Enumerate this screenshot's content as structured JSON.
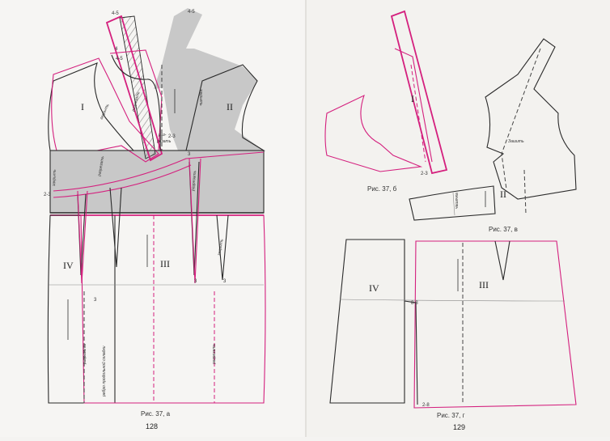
{
  "left_page": {
    "figure_caption": "Рис. 37, а",
    "page_number": "128",
    "part_labels": {
      "p1": "I",
      "p2": "II",
      "p3": "III",
      "p4": "IV"
    },
    "annotations": {
      "a45_top": "4-5",
      "a45_right": "4-5",
      "a4": "4",
      "a45_mid": "4-5",
      "a23_left": "2-3",
      "a23_mid": "2-3",
      "a3_right": "3",
      "a3_low_a": "3",
      "a3_low_b": "3",
      "a3_low_c": "3",
      "zakryt_1": "закрыть",
      "zakryt_2": "закрыть",
      "zakryt_3": "закрыть",
      "zakryt_4": "закрыть",
      "razrezat_1": "разрезать",
      "razrezat_2": "разрезать",
      "razrezat_3": "разрезать",
      "razrezat_4": "разрезать",
      "razrezat_5": "разрезать",
      "raz_a": "раз-",
      "raz_b": "резать",
      "rebro": "ребро продольной складки"
    }
  },
  "right_page": {
    "figure_b_caption": "Рис. 37, б",
    "figure_v_caption": "Рис. 37, в",
    "figure_g_caption": "Рис. 37, г",
    "page_number": "129",
    "part_labels": {
      "p1": "I",
      "p2": "II",
      "p3": "III",
      "p4": "IV"
    },
    "annotations": {
      "a23_b": "2-3",
      "zashit": "Зашить",
      "a88": "8-8",
      "a28": "2-8",
      "chashka": "чашечка"
    }
  },
  "colors": {
    "pattern_line": "#2a2a2a",
    "modified_line": "#d4207e",
    "fill_gray": "#c8c8c8",
    "hatch": "#8a8a8a"
  }
}
